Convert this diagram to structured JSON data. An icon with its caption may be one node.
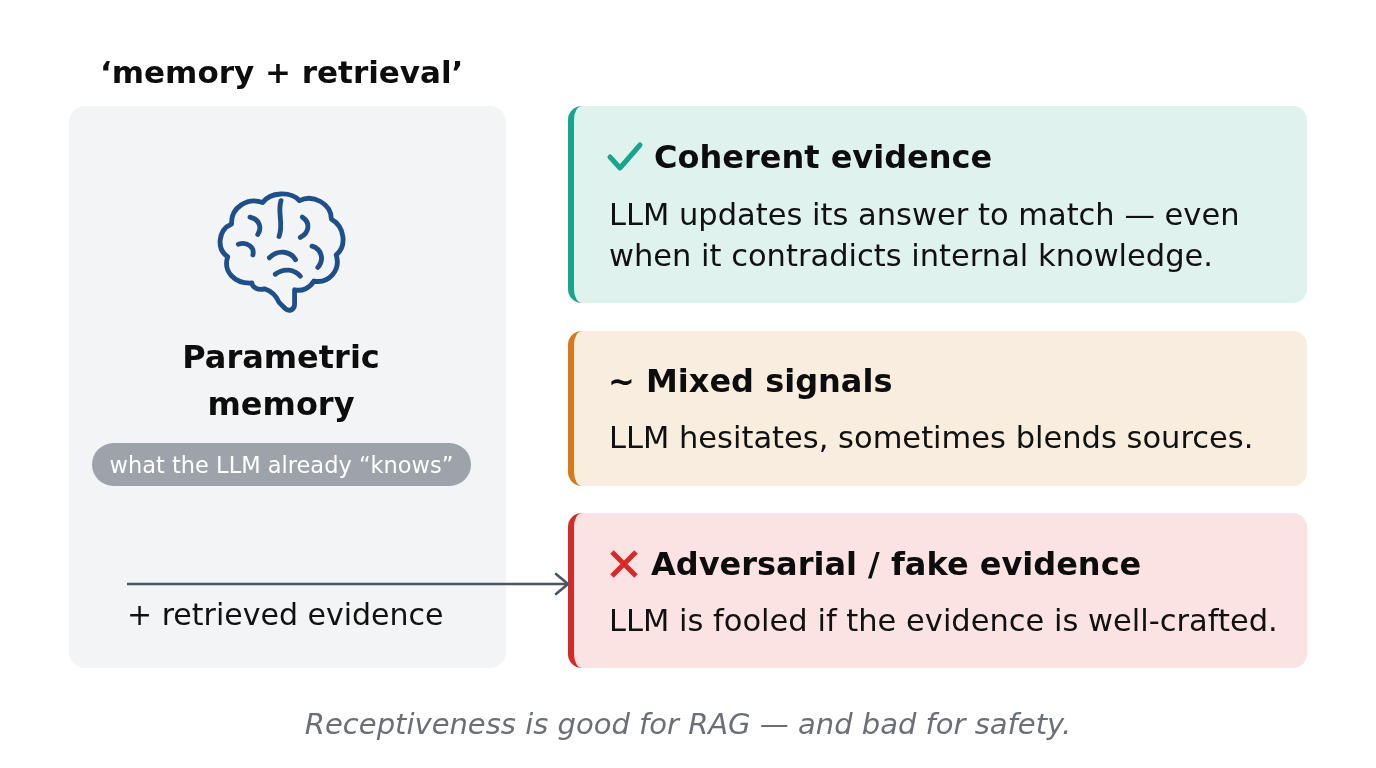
{
  "diagram": {
    "title": "‘memory + retrieval’",
    "nodes": [
      {
        "text": [
          "Parametric memory"
        ]
      },
      {
        "text": [
          "what the LLM already “knows”"
        ],
        "in": 0
      },
      {
        "text": [
          "Coherent evidence",
          "LLM updates its answer to match — even when it contradicts internal knowledge."
        ]
      },
      {
        "text": [
          "~ Mixed signals",
          "LLM hesitates, sometimes blends sources."
        ]
      },
      {
        "text": [
          "Adversarial / fake evidence",
          "LLM is fooled if the evidence is well-crafted."
        ]
      }
    ],
    "edges": [
      {
        "from": null,
        "to": 4,
        "arrow": "to",
        "label": "+ retrieved evidence"
      }
    ],
    "caption": "Receptiveness is good for RAG — and bad for safety."
  }
}
